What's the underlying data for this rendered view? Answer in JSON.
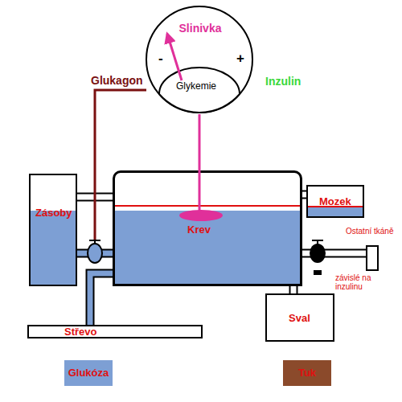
{
  "diagram": {
    "nodes": [
      {
        "text": [
          "Slinivka",
          "-",
          "+"
        ]
      },
      {
        "text": [
          "Glykemie"
        ],
        "in": 0
      },
      {
        "text": [
          "Zásoby"
        ]
      },
      {
        "text": [
          "Krev"
        ]
      },
      {
        "text": [
          "Mozek"
        ]
      },
      {
        "text": [
          "Ostatní tkáně",
          "závislé na inzulinu"
        ]
      },
      {
        "text": [
          "Střevo"
        ]
      },
      {
        "text": [
          "Sval"
        ]
      }
    ],
    "edges": [
      {
        "from": 0,
        "to": 3,
        "arrow": "none"
      },
      {
        "from": 2,
        "to": 3,
        "arrow": "none"
      },
      {
        "from": 2,
        "to": 3,
        "arrow": "none"
      },
      {
        "from": 6,
        "to": 3,
        "arrow": "none"
      },
      {
        "from": 3,
        "to": 4,
        "arrow": "none"
      },
      {
        "from": 3,
        "to": 5,
        "arrow": "none"
      },
      {
        "from": 3,
        "to": 7,
        "arrow": "none"
      }
    ],
    "labels": [
      "Glukagon",
      "Inzulin"
    ],
    "legend": [
      {
        "text": "Glukóza",
        "color": "#7d9fd4"
      },
      {
        "text": "Tuk",
        "color": "#8b4a2b"
      }
    ]
  }
}
